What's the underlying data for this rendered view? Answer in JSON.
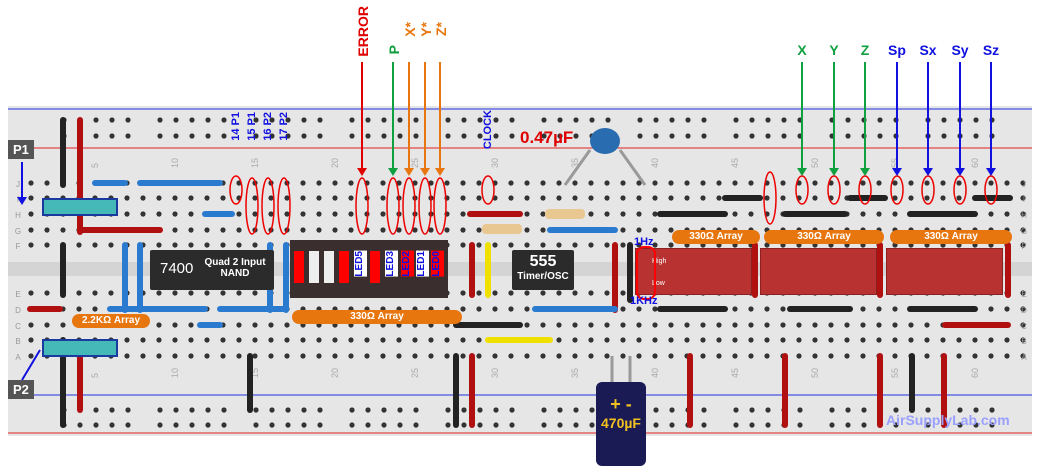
{
  "board": {
    "colors": {
      "board": "#e6e6e6",
      "hole": "#333333",
      "rail_red": "#e02020",
      "rail_blue": "#2030e0"
    },
    "row_letters_top": [
      "J",
      "I",
      "H",
      "G",
      "F"
    ],
    "row_letters_bottom": [
      "E",
      "D",
      "C",
      "B",
      "A"
    ],
    "column_numbers": [
      "5",
      "10",
      "15",
      "20",
      "25",
      "30",
      "35",
      "40",
      "45",
      "50",
      "55",
      "60"
    ]
  },
  "signals_top": [
    {
      "label": "ERROR",
      "color": "#e00000"
    },
    {
      "label": "P",
      "color": "#10a040"
    },
    {
      "label": "X*",
      "color": "#e8760f"
    },
    {
      "label": "Y*",
      "color": "#e8760f"
    },
    {
      "label": "Z*",
      "color": "#e8760f"
    }
  ],
  "signals_right": [
    {
      "label": "X",
      "color": "#10a040"
    },
    {
      "label": "Y",
      "color": "#10a040"
    },
    {
      "label": "Z",
      "color": "#10a040"
    },
    {
      "label": "Sp",
      "color": "#1010e0"
    },
    {
      "label": "Sx",
      "color": "#1010e0"
    },
    {
      "label": "Sy",
      "color": "#1010e0"
    },
    {
      "label": "Sz",
      "color": "#1010e0"
    }
  ],
  "pin_labels": [
    "14 P1",
    "15 P1",
    "16 P2",
    "17 P2"
  ],
  "pin_label_overbar": [
    true,
    false,
    true,
    false
  ],
  "clock_label": "CLOCK",
  "pots": {
    "p1": "P1",
    "p2": "P2"
  },
  "ic_7400": {
    "name": "7400",
    "desc": "Quad 2 Input NAND"
  },
  "ic_555": {
    "name": "555",
    "desc": "Timer/OSC"
  },
  "led_labels": [
    "LED5",
    "LED3",
    "LED2",
    "LED1",
    "LED0"
  ],
  "resistor_arrays": {
    "r22k": "2.2KΩ Array",
    "r330_main": "330Ω Array",
    "r330_a": "330Ω Array",
    "r330_b": "330Ω Array",
    "r330_c": "330Ω Array"
  },
  "capacitors": {
    "ceramic": "0.47µF",
    "electrolytic": "470µF",
    "polarity": "+ -"
  },
  "switch_freq": {
    "high": "1Hz",
    "low": "1KHz"
  },
  "dip_switch_labels": {
    "high": "High",
    "low": "Low"
  },
  "watermark": "AirSupplyLab.com"
}
